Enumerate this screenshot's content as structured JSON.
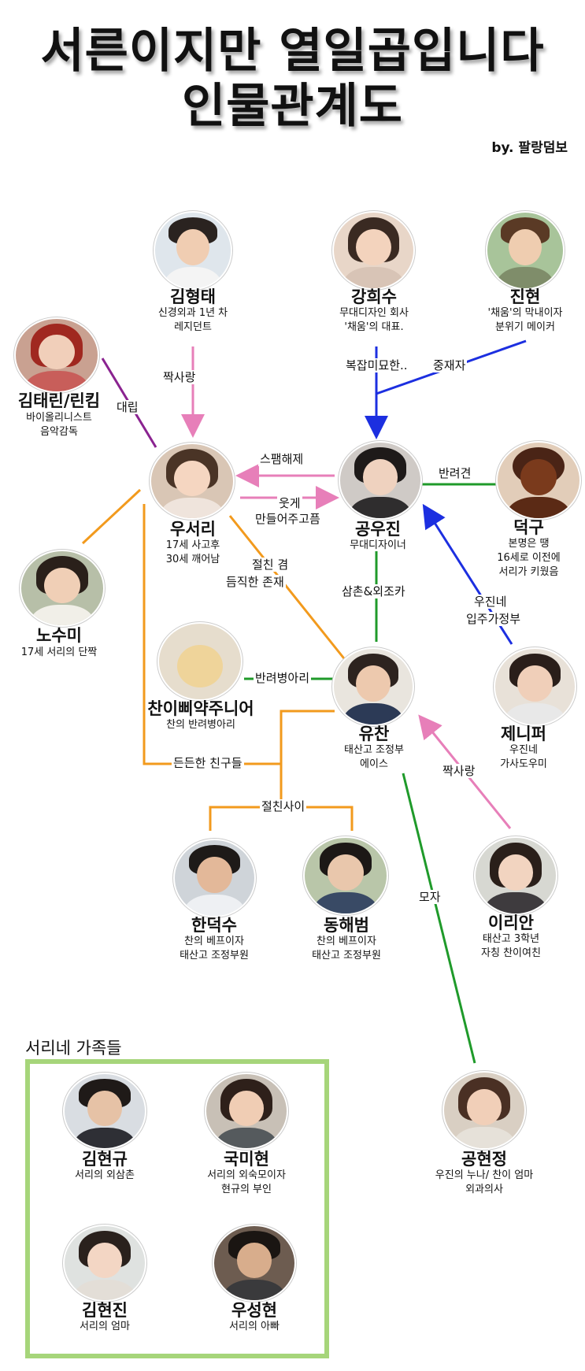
{
  "header": {
    "title_line1": "서른이지만 열일곱입니다",
    "title_line2": "인물관계도",
    "byline": "by. 팔랑덤보"
  },
  "characters": {
    "kim_hyungtae": {
      "name": "김형태",
      "desc1": "신경외과 1년 차",
      "desc2": "레지던트"
    },
    "kang_heesu": {
      "name": "강희수",
      "desc1": "무대디자인 회사",
      "desc2": "'채움'의 대표."
    },
    "jinhyun": {
      "name": "진현",
      "desc1": "'채움'의 막내이자",
      "desc2": "분위기 메이커"
    },
    "kim_taerin": {
      "name": "김태린/린킴",
      "desc1": "바이올리니스트",
      "desc2": "음악감독"
    },
    "woo_seori": {
      "name": "우서리",
      "desc1": "17세 사고후",
      "desc2": "30세 깨어남"
    },
    "gong_woojin": {
      "name": "공우진",
      "desc1": "무대디자이너",
      "desc2": ""
    },
    "deokgu": {
      "name": "덕구",
      "desc1": "본명은 땡",
      "desc2": "16세로 이전에",
      "desc3": "서리가 키웠음"
    },
    "no_sumi": {
      "name": "노수미",
      "desc1": "17세 서리의 단짝",
      "desc2": ""
    },
    "chick": {
      "name": "찬이삐약주니어",
      "desc1": "찬의 반려병아리",
      "desc2": ""
    },
    "yuchan": {
      "name": "유찬",
      "desc1": "태산고 조정부",
      "desc2": "에이스"
    },
    "jenny": {
      "name": "제니퍼",
      "desc1": "우진네",
      "desc2": "가사도우미"
    },
    "han_deoksu": {
      "name": "한덕수",
      "desc1": "찬의 베프이자",
      "desc2": "태산고 조정부원"
    },
    "dong_haebeom": {
      "name": "동해범",
      "desc1": "찬의 베프이자",
      "desc2": "태산고 조정부원"
    },
    "lee_rian": {
      "name": "이리안",
      "desc1": "태산고 3학년",
      "desc2": "자칭 찬이여친"
    },
    "gong_hyunjung": {
      "name": "공현정",
      "desc1": "우진의 누나/ 찬이 엄마",
      "desc2": "외과의사"
    },
    "kim_hyungyu": {
      "name": "김현규",
      "desc1": "서리의 외삼촌",
      "desc2": ""
    },
    "guk_mihyun": {
      "name": "국미현",
      "desc1": "서리의 외숙모이자",
      "desc2": "현규의 부인"
    },
    "kim_hyunjin": {
      "name": "김현진",
      "desc1": "서리의 엄마",
      "desc2": ""
    },
    "woo_sunghyun": {
      "name": "우성현",
      "desc1": "서리의 아빠",
      "desc2": ""
    }
  },
  "relations": {
    "crush_hyungtae": "짝사랑",
    "rival_taerin": "대립",
    "complicated": "복잡미묘한..",
    "mediator": "중재자",
    "spam_release": "스팸해제",
    "make_laugh_1": "웃게",
    "make_laugh_2": "만들어주고픔",
    "pet_dog": "반려견",
    "uncle_nephew": "삼촌&외조카",
    "woojin_house_1": "우진네",
    "woojin_house_2": "입주가정부",
    "friend_1": "절친 겸",
    "friend_2": "듬직한 존재",
    "pet_chick": "반려병아리",
    "reliable_friends": "든든한 친구들",
    "crush_rian": "짝사랑",
    "best_friends": "절친사이",
    "mother_son": "모자"
  },
  "family": {
    "title": "서리네 가족들"
  },
  "colors": {
    "pink": "#e77fb9",
    "blue": "#1c2fe0",
    "green": "#1f9a2a",
    "orange": "#f29a1d",
    "purple": "#8a2390",
    "family_box": "#a6d57a"
  }
}
